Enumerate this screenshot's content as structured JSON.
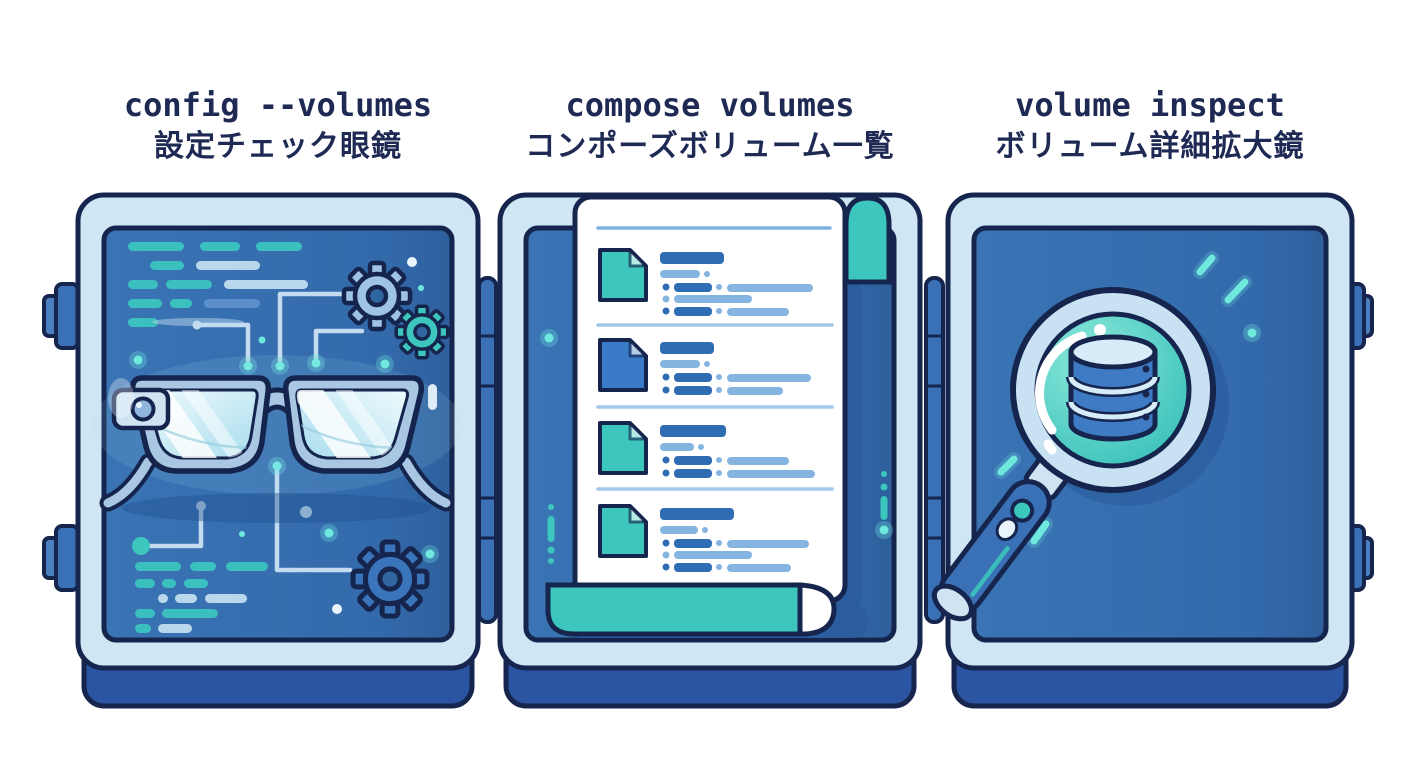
{
  "page": {
    "type": "three-panel-illustrated-diagram",
    "background": "#ffffff",
    "description": "Docker volume commands illustrated as an open three-panel case"
  },
  "panels": [
    {
      "id": "config-volumes",
      "command": "config --volumes",
      "subtitle_ja": "設定チェック眼鏡",
      "illustration": "smart-glasses-on-circuit-board-with-gears",
      "icons": [
        "glasses-icon",
        "gear-icon",
        "gear-icon",
        "gear-icon",
        "code-lines",
        "circuit-traces"
      ]
    },
    {
      "id": "compose-volumes",
      "command": "compose volumes",
      "subtitle_ja": "コンポーズボリューム一覧",
      "illustration": "scroll-document-listing-volume-files",
      "icons": [
        "scroll-icon",
        "file-icon",
        "file-icon",
        "file-icon",
        "file-icon"
      ],
      "list_entries": [
        {
          "icon_color": "teal",
          "detail_rows": 3
        },
        {
          "icon_color": "blue",
          "detail_rows": 2
        },
        {
          "icon_color": "teal",
          "detail_rows": 2
        },
        {
          "icon_color": "teal",
          "detail_rows": 3
        }
      ]
    },
    {
      "id": "volume-inspect",
      "command": "volume inspect",
      "subtitle_ja": "ボリューム詳細拡大鏡",
      "illustration": "magnifying-glass-over-database-cylinder",
      "icons": [
        "magnifier-icon",
        "database-icon",
        "sparkle-icon"
      ]
    }
  ],
  "colors": {
    "background": "#ffffff",
    "title_text": "#1f2a54",
    "outline": "#16254d",
    "case_base": "#2b55a3",
    "case_frame": "#cfe6f5",
    "case_tab": "#3a70b5",
    "case_tab_inner": "#4a7fc0",
    "screen_light": "#3a74b4",
    "screen_dark": "#2e5f9c",
    "teal": "#3cc6bd",
    "teal_glow": "#6fe8de",
    "code_teal": "#3cbfbf",
    "code_light": "#b9d8ee",
    "circuit": "#c3dcf0",
    "glasses_frame": "#a9c6e2",
    "paper": "#ffffff",
    "bar_dark": "#2e6db4",
    "bar_light": "#85b4e0",
    "divider": "#a3c7e8",
    "file_blue": "#3a7bc8",
    "db_body": "#3e7bc4",
    "db_light": "#d6ecf8",
    "handle_blue": "#3a70b5",
    "shadow_blue": "#2b5d9d",
    "white_dot": "#e8f5fc"
  }
}
